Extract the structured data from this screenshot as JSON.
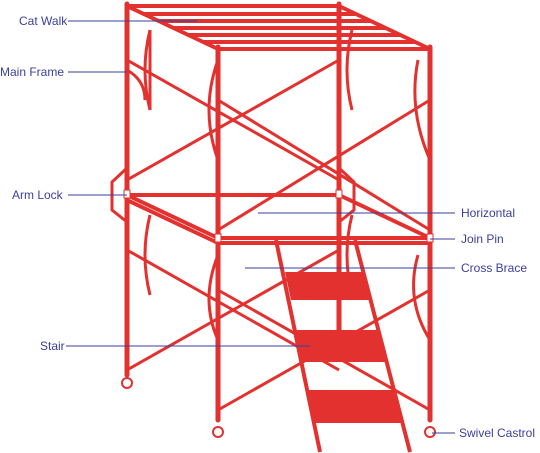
{
  "diagram": {
    "colors": {
      "frame": "#e2312f",
      "labels": "#3a3f9e",
      "background": "#ffffff"
    },
    "labels": {
      "cat_walk": "Cat Walk",
      "main_frame": "Main Frame",
      "arm_lock": "Arm Lock",
      "stair": "Stair",
      "horizontal": "Horizontal",
      "join_pin": "Join Pin",
      "cross_brace": "Cross Brace",
      "swivel_castrol": "Swivel Castrol"
    }
  }
}
